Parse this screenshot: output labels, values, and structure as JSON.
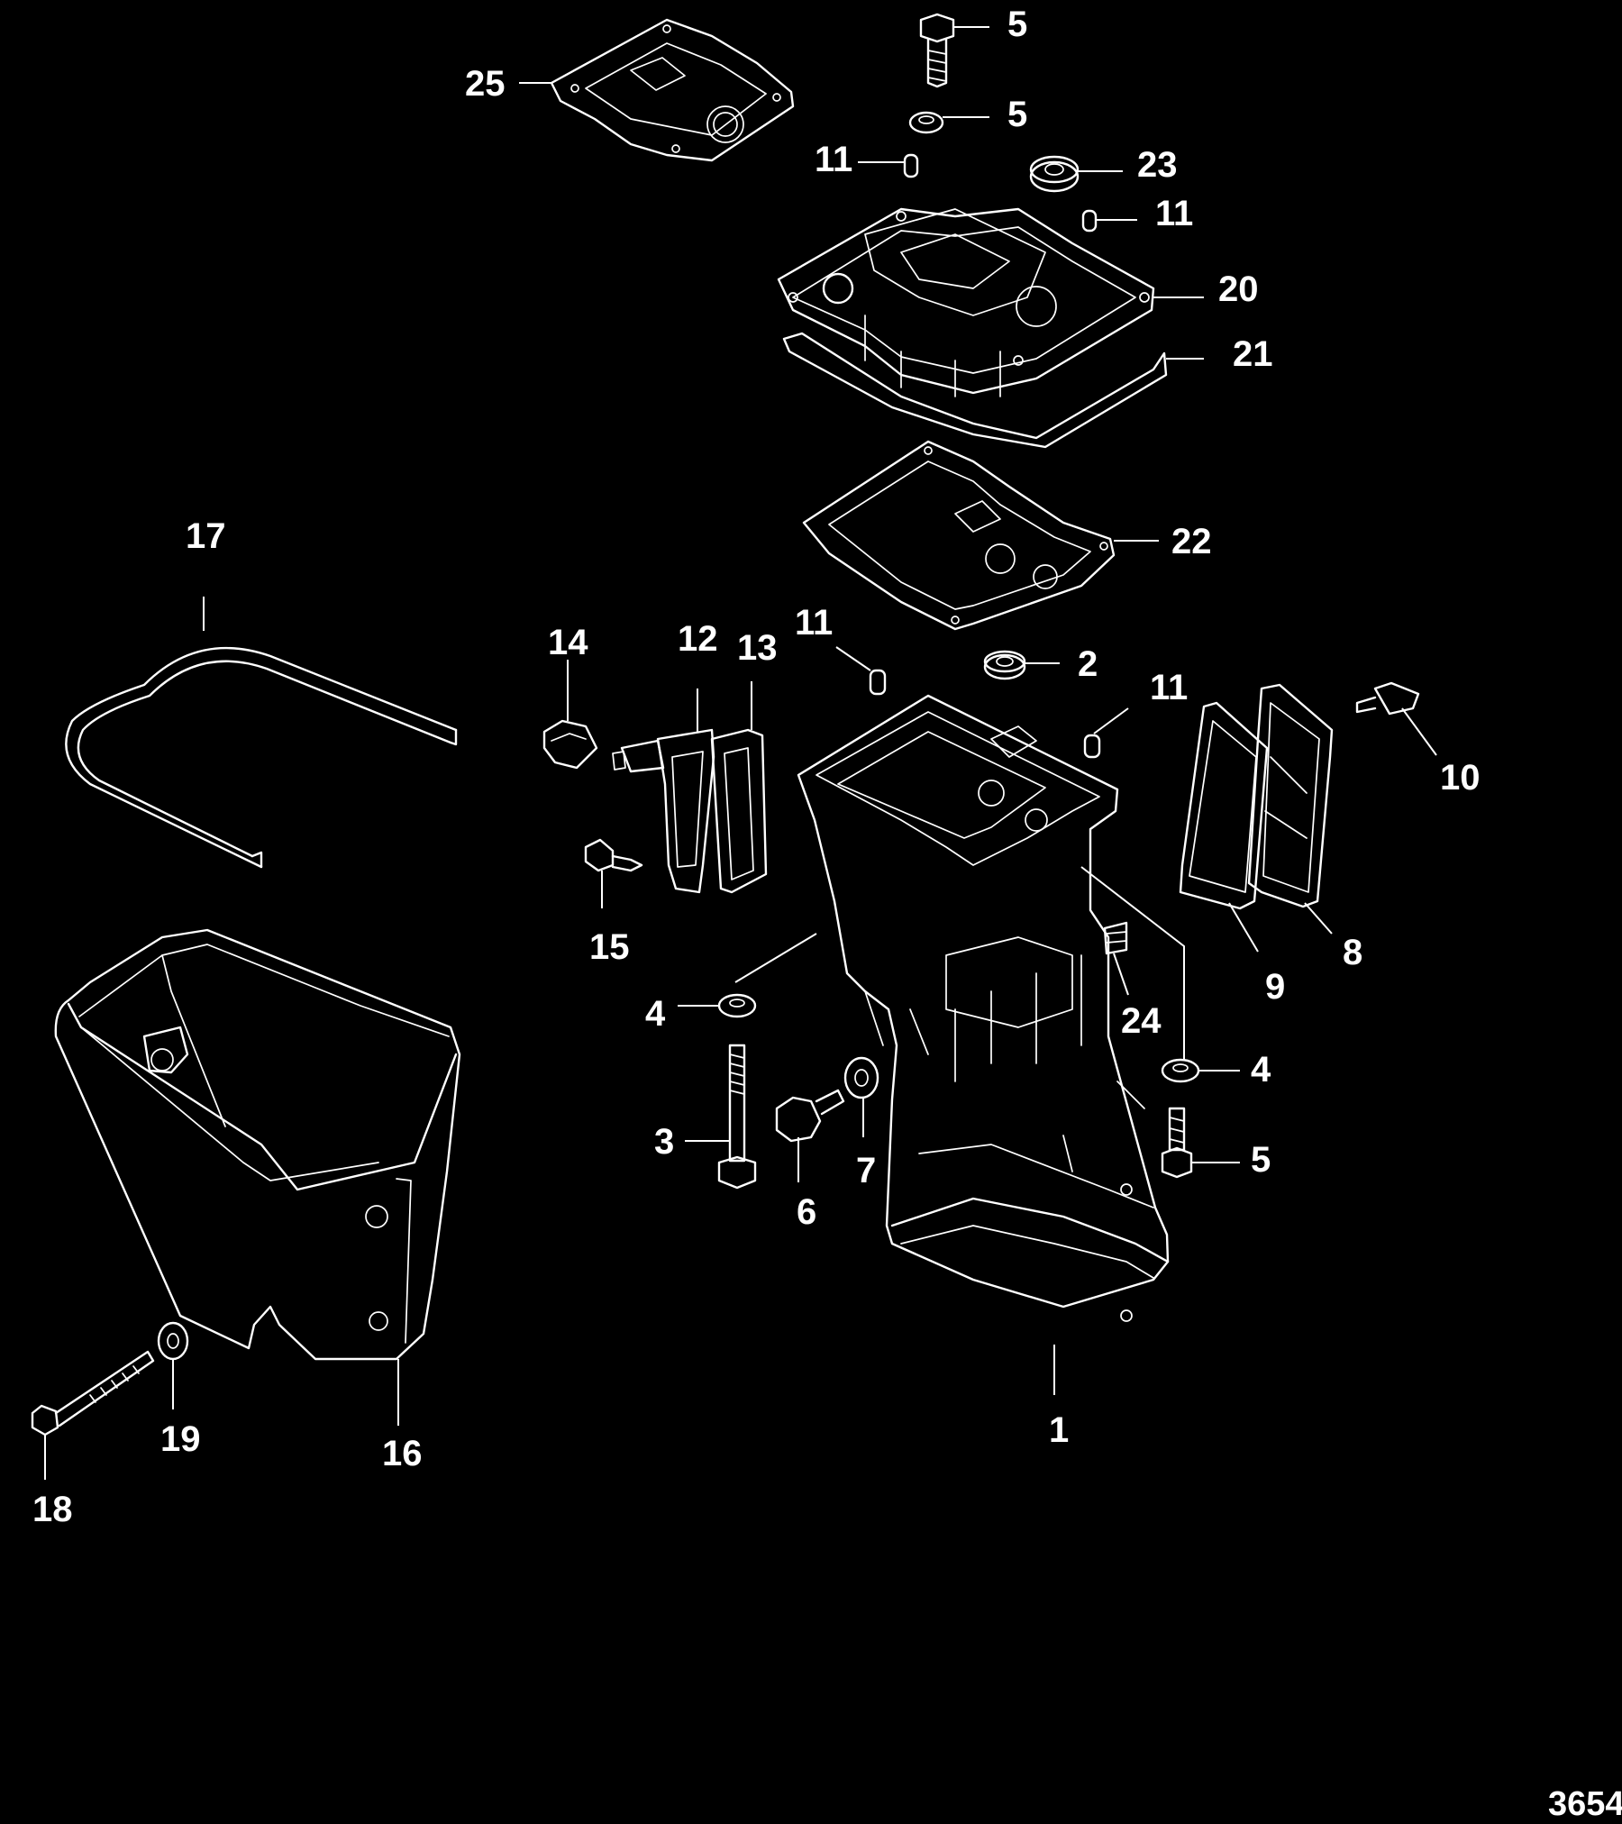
{
  "diagram": {
    "callouts": [
      {
        "id": "c25",
        "text": "25"
      },
      {
        "id": "c5a",
        "text": "5"
      },
      {
        "id": "c5b",
        "text": "5"
      },
      {
        "id": "c11a",
        "text": "11"
      },
      {
        "id": "c23",
        "text": "23"
      },
      {
        "id": "c11b",
        "text": "11"
      },
      {
        "id": "c20",
        "text": "20"
      },
      {
        "id": "c21",
        "text": "21"
      },
      {
        "id": "c22",
        "text": "22"
      },
      {
        "id": "c17",
        "text": "17"
      },
      {
        "id": "c14",
        "text": "14"
      },
      {
        "id": "c12",
        "text": "12"
      },
      {
        "id": "c13",
        "text": "13"
      },
      {
        "id": "c11c",
        "text": "11"
      },
      {
        "id": "c2",
        "text": "2"
      },
      {
        "id": "c11d",
        "text": "11"
      },
      {
        "id": "c10",
        "text": "10"
      },
      {
        "id": "c15",
        "text": "15"
      },
      {
        "id": "c8",
        "text": "8"
      },
      {
        "id": "c9",
        "text": "9"
      },
      {
        "id": "c4a",
        "text": "4"
      },
      {
        "id": "c24",
        "text": "24"
      },
      {
        "id": "c4b",
        "text": "4"
      },
      {
        "id": "c3",
        "text": "3"
      },
      {
        "id": "c7",
        "text": "7"
      },
      {
        "id": "c6",
        "text": "6"
      },
      {
        "id": "c5c",
        "text": "5"
      },
      {
        "id": "c1",
        "text": "1"
      },
      {
        "id": "c19",
        "text": "19"
      },
      {
        "id": "c16",
        "text": "16"
      },
      {
        "id": "c18",
        "text": "18"
      }
    ],
    "figure_number": "3654"
  }
}
